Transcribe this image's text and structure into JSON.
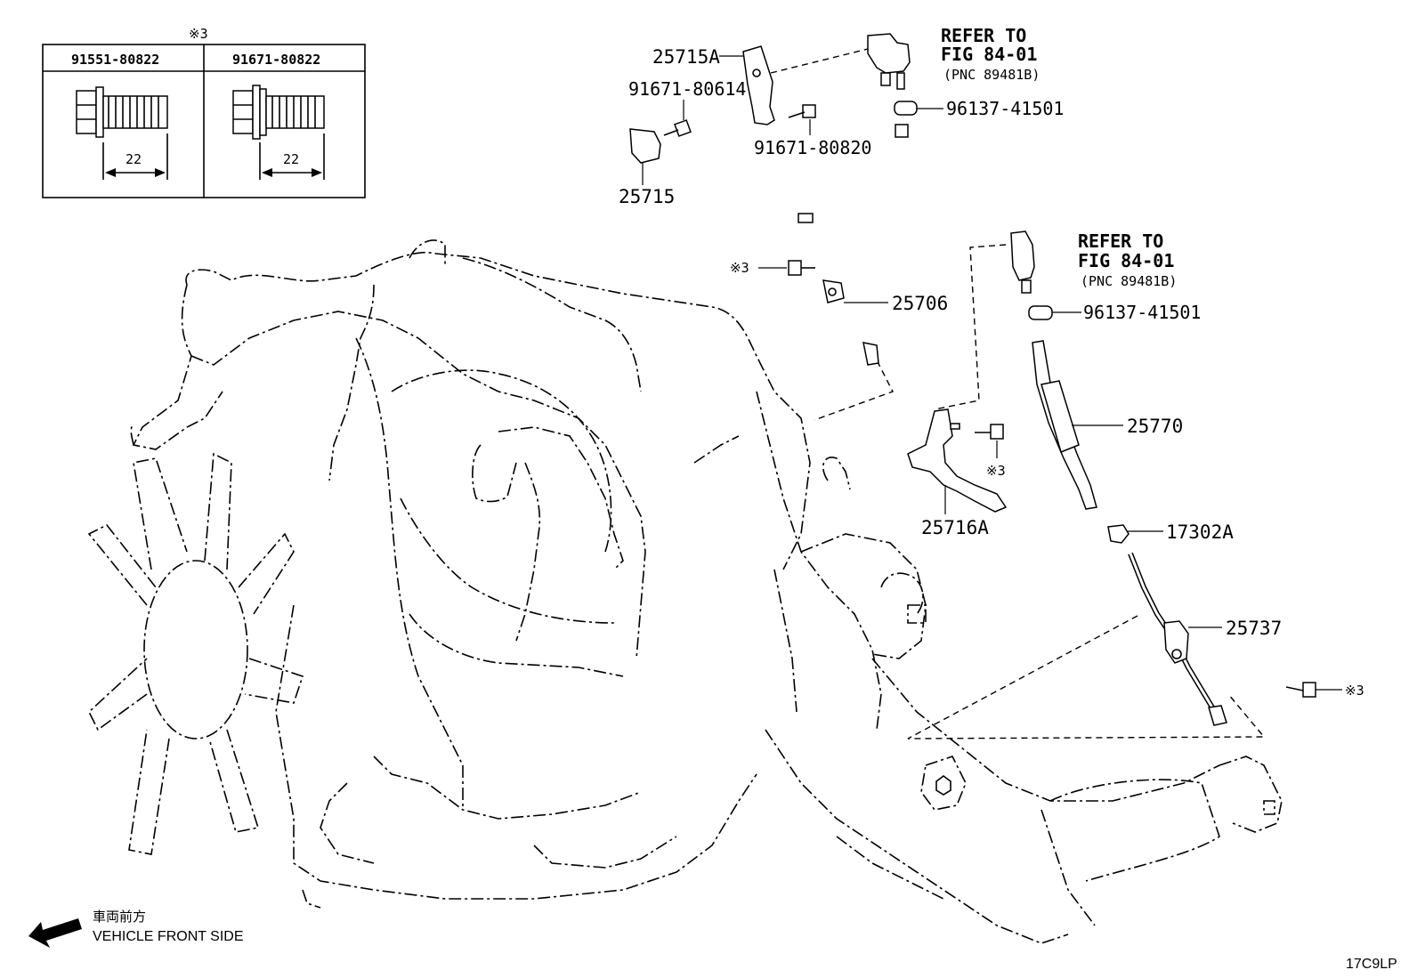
{
  "fastener_table": {
    "header_mark": "※3",
    "columns": [
      {
        "part_no": "91551-80822",
        "dimension": "22"
      },
      {
        "part_no": "91671-80822",
        "dimension": "22"
      }
    ]
  },
  "callouts": [
    {
      "id": "25715A",
      "text": "25715A"
    },
    {
      "id": "91671-80614",
      "text": "91671-80614"
    },
    {
      "id": "25715",
      "text": "25715"
    },
    {
      "id": "91671-80820",
      "text": "91671-80820"
    },
    {
      "id": "96137-41501-a",
      "text": "96137-41501"
    },
    {
      "id": "25706",
      "text": "25706"
    },
    {
      "id": "mark3-a",
      "text": "※3"
    },
    {
      "id": "96137-41501-b",
      "text": "96137-41501"
    },
    {
      "id": "25770",
      "text": "25770"
    },
    {
      "id": "mark3-b",
      "text": "※3"
    },
    {
      "id": "25716A",
      "text": "25716A"
    },
    {
      "id": "17302A",
      "text": "17302A"
    },
    {
      "id": "25737",
      "text": "25737"
    },
    {
      "id": "mark3-c",
      "text": "※3"
    }
  ],
  "refer_notes": [
    {
      "line1": "REFER TO",
      "line2": "FIG 84-01",
      "line3": "(PNC 89481B)"
    },
    {
      "line1": "REFER TO",
      "line2": "FIG 84-01",
      "line3": "(PNC 89481B)"
    }
  ],
  "direction_note": {
    "japanese": "車両前方",
    "english": "VEHICLE FRONT SIDE"
  },
  "figure_code": "17C9LP"
}
